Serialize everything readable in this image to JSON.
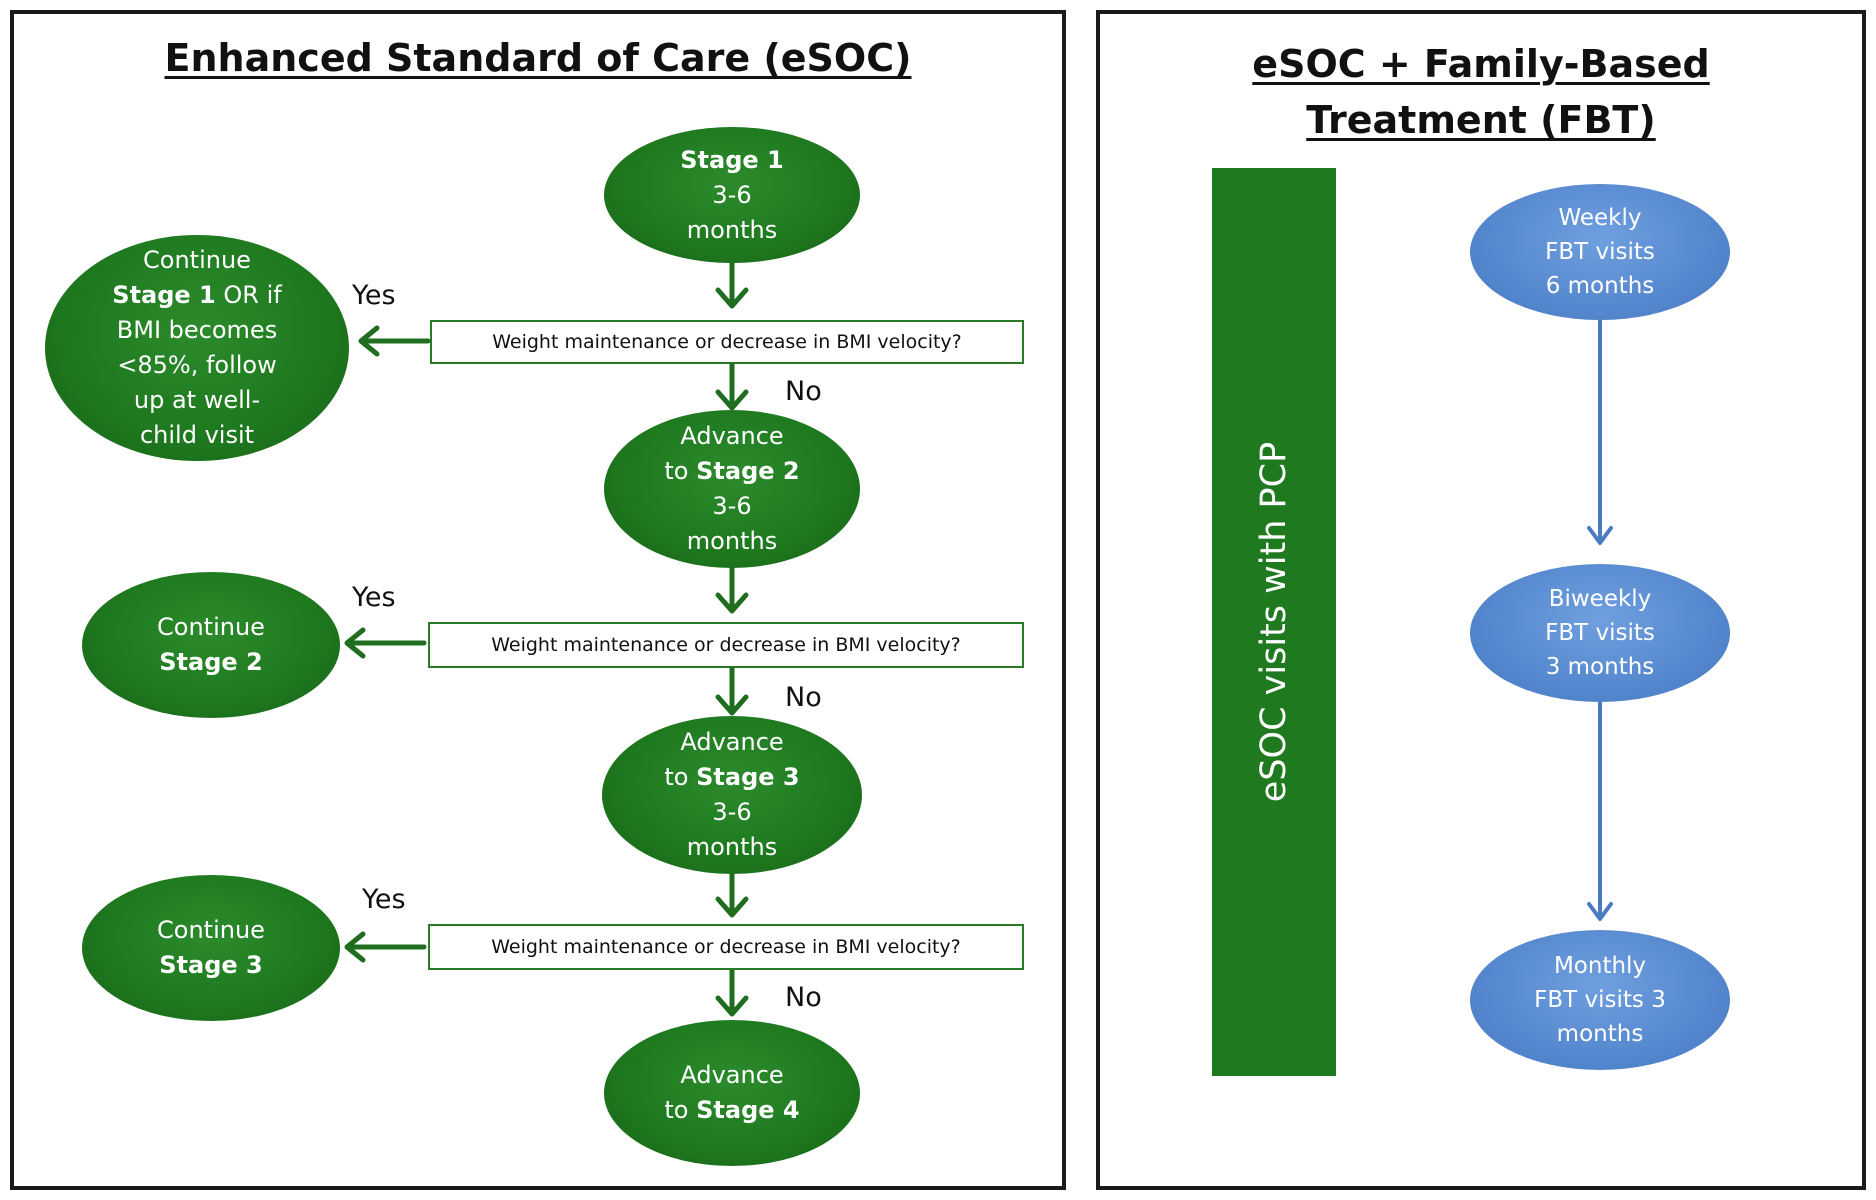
{
  "left_panel": {
    "title": "Enhanced Standard of Care (eSOC)",
    "stage1": {
      "title": "Stage 1",
      "duration": "3-6",
      "unit": "months"
    },
    "question": "Weight maintenance or decrease in BMI velocity?",
    "yes": "Yes",
    "no": "No",
    "continue1": {
      "l1": "Continue",
      "l2_bold": "Stage 1",
      "l2_rest": " OR if",
      "l3": "BMI becomes",
      "l4": "<85%, follow",
      "l5": "up at well-",
      "l6": "child visit"
    },
    "advance2": {
      "l1": "Advance",
      "to": "to ",
      "stage": "Stage 2",
      "duration": "3-6",
      "unit": "months"
    },
    "continue2": {
      "l1": "Continue",
      "stage": "Stage 2"
    },
    "advance3": {
      "l1": "Advance",
      "to": "to ",
      "stage": "Stage 3",
      "duration": "3-6",
      "unit": "months"
    },
    "continue3": {
      "l1": "Continue",
      "stage": "Stage 3"
    },
    "advance4": {
      "l1": "Advance",
      "to": "to ",
      "stage": "Stage 4"
    }
  },
  "right_panel": {
    "title_line1": "eSOC + Family-Based",
    "title_line2": "Treatment (FBT)",
    "bar_label": "eSOC visits with PCP",
    "weekly": {
      "l1": "Weekly",
      "l2": "FBT visits",
      "l3": "6 months"
    },
    "biweekly": {
      "l1": "Biweekly",
      "l2": "FBT visits",
      "l3": "3 months"
    },
    "monthly": {
      "l1": "Monthly",
      "l2": "FBT visits 3",
      "l3": "months"
    }
  },
  "colors": {
    "green": "#1f7a1f",
    "blue": "#5688cf",
    "arrow_green": "#1f6e1f",
    "arrow_blue": "#4a7cc4"
  }
}
